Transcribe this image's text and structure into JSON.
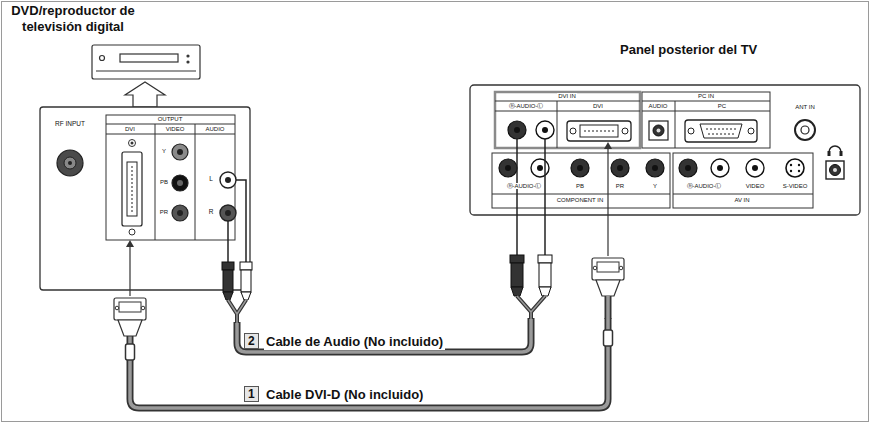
{
  "diagram": {
    "nodes": [
      {
        "text": [
          "DVD/reproductor de televisión digital"
        ]
      },
      {
        "text": [
          "Panel posterior del TV"
        ]
      }
    ],
    "edges": [
      {
        "from": 0,
        "to": 1,
        "arrow": "none",
        "label": "Cable DVI-D (No incluido)"
      },
      {
        "from": 0,
        "to": 1,
        "arrow": "none",
        "label": "Cable de Audio (No incluido)"
      }
    ],
    "labels": [
      "1",
      "2",
      "RF INPUT",
      "OUTPUT",
      "DVI",
      "VIDEO",
      "AUDIO",
      "Y",
      "PB",
      "PR",
      "L",
      "R",
      "DVI IN",
      "Ⓡ-AUDIO-Ⓛ",
      "DVI",
      "PC IN",
      "AUDIO",
      "PC",
      "ANT IN",
      "Ⓡ-AUDIO-Ⓛ",
      "PB",
      "PR",
      "Y",
      "COMPONENT IN",
      "Ⓡ-AUDIO-Ⓛ",
      "VIDEO",
      "S-VIDEO",
      "AV IN"
    ]
  }
}
